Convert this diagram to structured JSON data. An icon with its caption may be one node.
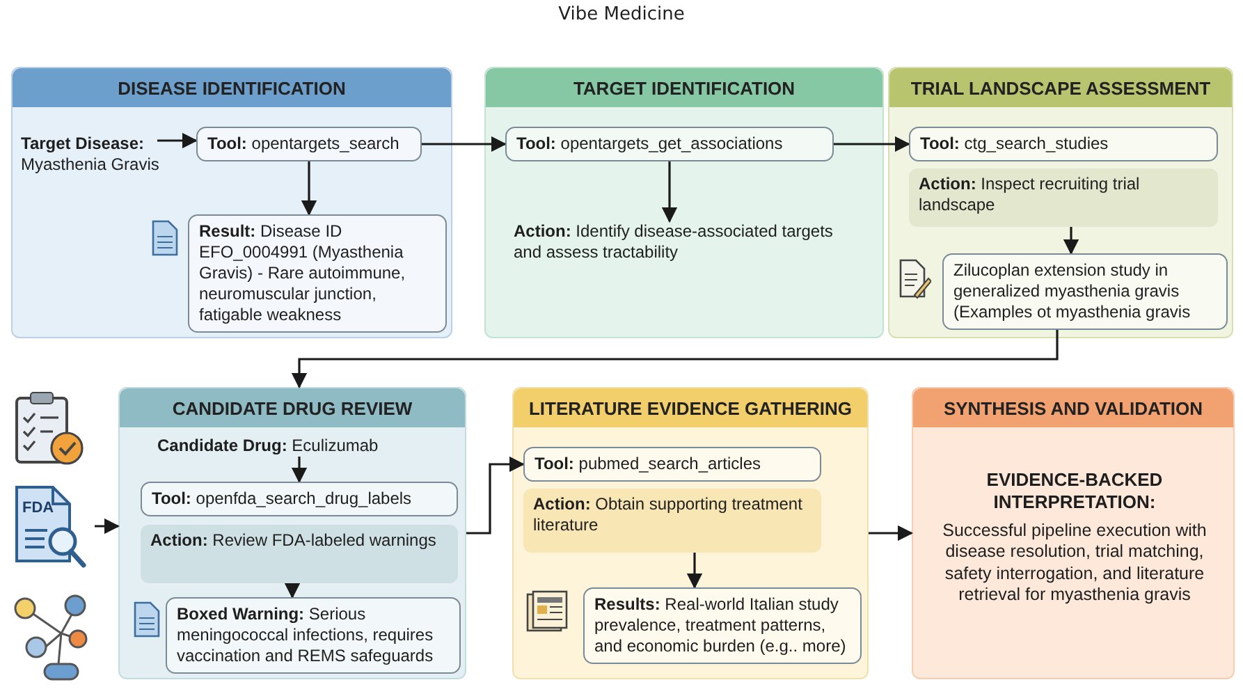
{
  "diagram": {
    "title": "Vibe Medicine",
    "nodes": [
      {
        "text": [
          "DISEASE IDENTIFICATION"
        ]
      },
      {
        "text": [
          "**Target Disease:** Myasthenia Gravis"
        ],
        "in": 0
      },
      {
        "text": [
          "**Tool:** opentargets_search"
        ],
        "in": 0
      },
      {
        "text": [
          "**Result:** Disease ID EFO_0004991 (Myasthenia Gravis) - Rare autoimmune, neuromuscular junction, fatigable weakness"
        ],
        "in": 0
      },
      {
        "text": [
          "TARGET IDENTIFICATION"
        ]
      },
      {
        "text": [
          "**Tool:** opentargets_get_associations"
        ],
        "in": 4
      },
      {
        "text": [
          "**Action:** Identify disease-associated targets and assess tractability"
        ],
        "in": 4
      },
      {
        "text": [
          "TRIAL LANDSCAPE ASSESSMENT"
        ]
      },
      {
        "text": [
          "**Tool:** ctg_search_studies"
        ],
        "in": 7
      },
      {
        "text": [
          "**Action:** Inspect recruiting trial landscape"
        ],
        "in": 7
      },
      {
        "text": [
          "Zilucoplan extension study in generalized myasthenia gravis (Examples ot myasthenia gravis"
        ],
        "in": 7
      },
      {
        "text": [
          "FDA"
        ]
      },
      {
        "text": [
          "CANDIDATE DRUG REVIEW"
        ]
      },
      {
        "text": [
          "**Candidate Drug:** Eculizumab"
        ],
        "in": 12
      },
      {
        "text": [
          "**Tool:** openfda_search_drug_labels"
        ],
        "in": 12
      },
      {
        "text": [
          "**Action:** Review FDA-labeled warnings"
        ],
        "in": 12
      },
      {
        "text": [
          "**Boxed Warning:** Serious meningococcal infections, requires vaccination and REMS safeguards"
        ],
        "in": 12
      },
      {
        "text": [
          "LITERATURE EVIDENCE GATHERING"
        ]
      },
      {
        "text": [
          "**Tool:** pubmed_search_articles"
        ],
        "in": 17
      },
      {
        "text": [
          "**Action:** Obtain supporting treatment literature"
        ],
        "in": 17
      },
      {
        "text": [
          "**Results:** Real-world Italian study prevalence, treatment patterns, and economic burden (e.g.. more)"
        ],
        "in": 17
      },
      {
        "text": [
          "SYNTHESIS AND VALIDATION"
        ]
      },
      {
        "text": [
          "EVIDENCE-BACKED INTERPRETATION:",
          "Successful pipeline execution with disease resolution, trial matching, safety interrogation, and literature retrieval for myasthenia gravis"
        ],
        "in": 21
      }
    ],
    "edges": [
      {
        "from": 1,
        "to": 2,
        "arrow": "to"
      },
      {
        "from": 2,
        "to": 5,
        "arrow": "to"
      },
      {
        "from": 2,
        "to": 3,
        "arrow": "to"
      },
      {
        "from": 5,
        "to": 8,
        "arrow": "to"
      },
      {
        "from": 5,
        "to": 6,
        "arrow": "to"
      },
      {
        "from": 9,
        "to": 10,
        "arrow": "to"
      },
      {
        "from": 10,
        "to": 12,
        "arrow": "to"
      },
      {
        "from": 11,
        "to": 12,
        "arrow": "to"
      },
      {
        "from": 13,
        "to": 14,
        "arrow": "to"
      },
      {
        "from": 15,
        "to": 16,
        "arrow": "to"
      },
      {
        "from": 12,
        "to": 18,
        "arrow": "to"
      },
      {
        "from": 19,
        "to": 20,
        "arrow": "to"
      },
      {
        "from": 17,
        "to": 21,
        "arrow": "to"
      }
    ]
  }
}
